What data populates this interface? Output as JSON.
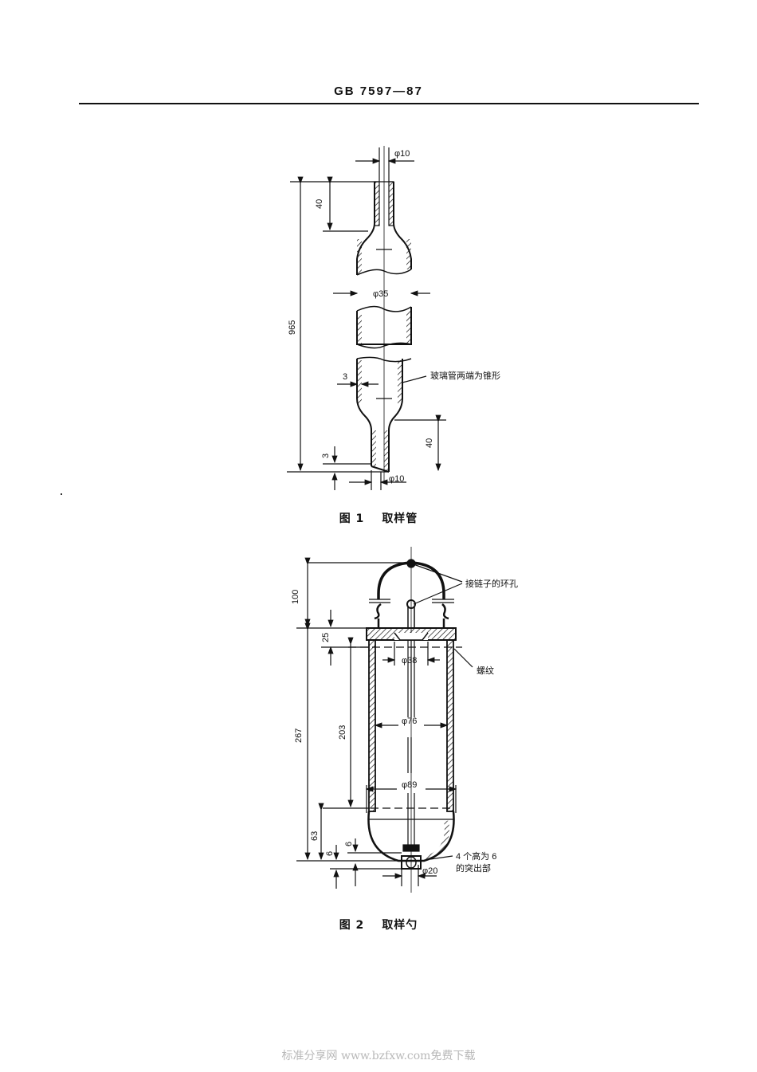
{
  "header": {
    "standard_code": "GB 7597—87"
  },
  "figure1": {
    "label": "图 1",
    "title": "取样管",
    "dimensions": {
      "top_diameter": "φ10",
      "top_length": "40",
      "total_length": "965",
      "body_diameter": "φ35",
      "wall_thickness": "3",
      "bottom_length": "40",
      "bevel_height": "3",
      "bottom_diameter": "φ10"
    },
    "annotation": "玻璃管两端为锥形"
  },
  "figure2": {
    "label": "图 2",
    "title": "取样勺",
    "dimensions": {
      "handle_height": "100",
      "lid_thickness": "25",
      "total_height": "267",
      "cylinder_height": "203",
      "bottom_height": "63",
      "protrusion_a": "6",
      "protrusion_b": "6",
      "lid_hole_diameter": "φ38",
      "inner_diameter": "φ76",
      "outer_diameter": "φ89",
      "bottom_hole_diameter": "φ20"
    },
    "annotations": {
      "chain_ring_hole": "接链子的环孔",
      "thread": "螺纹",
      "protrusions_line1": "4 个高为 6",
      "protrusions_line2": "的突出部"
    }
  },
  "footer": {
    "watermark": "标准分享网 www.bzfxw.com免费下载"
  }
}
